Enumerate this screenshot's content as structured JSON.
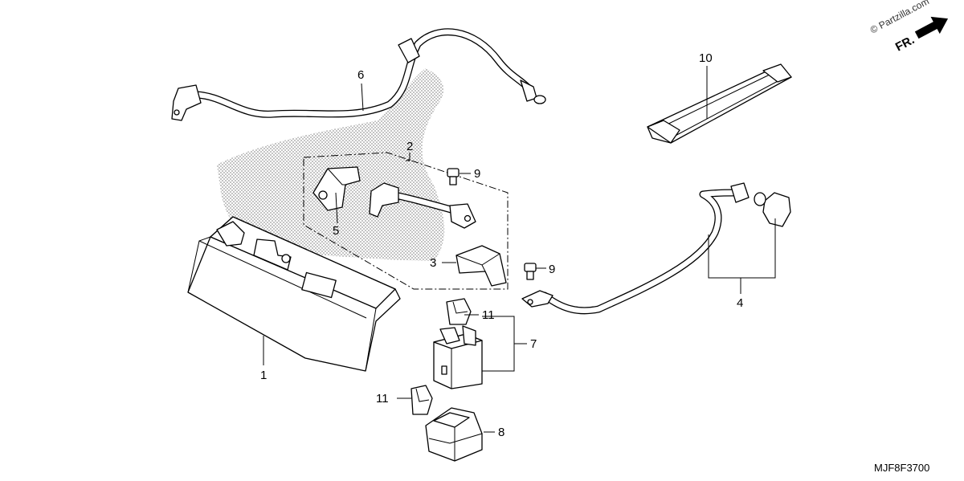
{
  "watermark": "© Partzilla.com",
  "direction_label": "FR.",
  "diagram_code": "MJF8F3700",
  "callouts": {
    "battery": "1",
    "subharness": "2",
    "terminal_cover": "3",
    "starter_cable": "4",
    "stay": "5",
    "ground_cable": "6",
    "starter_relay": "7",
    "relay_cover": "8",
    "bolt_upper": "9",
    "bolt_lower": "9",
    "battery_band": "10",
    "fuse_upper": "11",
    "fuse_lower": "11"
  }
}
